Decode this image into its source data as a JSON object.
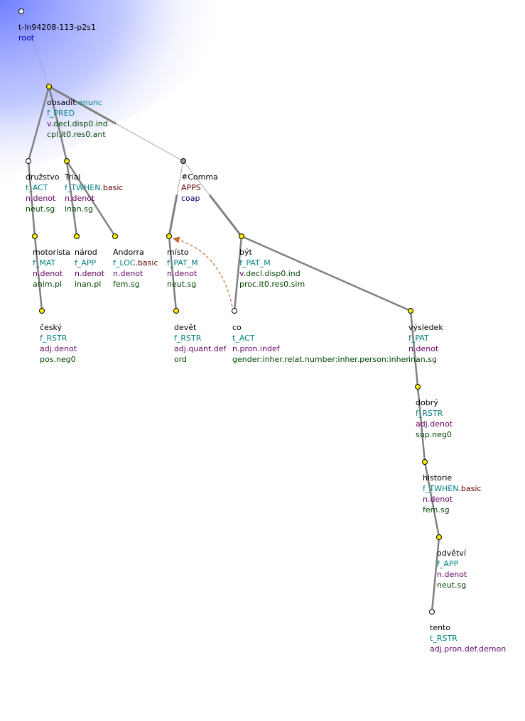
{
  "colors": {
    "lemma": "#000000",
    "functor_t": "#008080",
    "functor_f": "#008080",
    "functor_cat": "#660000",
    "sempos": "#660066",
    "grammatemes": "#004400",
    "root_id": "#000000",
    "root_label": "#0000cc",
    "coap": "#000066",
    "apps": "#660000",
    "node_fill_yellow": "#ffee00",
    "node_fill_white": "#ffffff",
    "node_fill_gray": "#999999",
    "edge": "#808080",
    "coref_arrow": "#cc6633",
    "highlight": "#6666ff"
  },
  "root": {
    "id": "t-ln94208-113-p2s1",
    "label": "root"
  },
  "nodes": [
    {
      "key": "obsadit",
      "lines": [
        {
          "t": "obsadit",
          "c": "lemma",
          "s": ".enunc",
          "sc": "functor_t"
        },
        {
          "t": "f_PRED",
          "c": "functor_f"
        },
        {
          "t": "v",
          "c": "sempos",
          "s": ".decl.disp0.ind",
          "sc": "grammatemes"
        },
        {
          "t": "cpl.it0.res0.ant",
          "c": "grammatemes"
        }
      ]
    },
    {
      "key": "druzstvo",
      "lines": [
        {
          "t": "družstvo",
          "c": "lemma"
        },
        {
          "t": "t_ACT",
          "c": "functor_f"
        },
        {
          "t": "n.denot",
          "c": "sempos"
        },
        {
          "t": "neut.sg",
          "c": "grammatemes"
        }
      ]
    },
    {
      "key": "trial",
      "lines": [
        {
          "t": "Trial",
          "c": "lemma"
        },
        {
          "t": "f_TWHEN",
          "c": "functor_f",
          "s": ".basic",
          "sc": "functor_cat"
        },
        {
          "t": "n.denot",
          "c": "sempos"
        },
        {
          "t": "inan.sg",
          "c": "grammatemes"
        }
      ]
    },
    {
      "key": "comma",
      "lines": [
        {
          "t": "#Comma",
          "c": "lemma"
        },
        {
          "t": "APPS",
          "c": "apps"
        },
        {
          "t": "coap",
          "c": "coap"
        }
      ]
    },
    {
      "key": "motorista",
      "lines": [
        {
          "t": "motorista",
          "c": "lemma"
        },
        {
          "t": "f_MAT",
          "c": "functor_f"
        },
        {
          "t": "n.denot",
          "c": "sempos"
        },
        {
          "t": "anim.pl",
          "c": "grammatemes"
        }
      ]
    },
    {
      "key": "narod",
      "lines": [
        {
          "t": "národ",
          "c": "lemma"
        },
        {
          "t": "f_APP",
          "c": "functor_f"
        },
        {
          "t": "n.denot",
          "c": "sempos"
        },
        {
          "t": "inan.pl",
          "c": "grammatemes"
        }
      ]
    },
    {
      "key": "andorra",
      "lines": [
        {
          "t": "Andorra",
          "c": "lemma"
        },
        {
          "t": "f_LOC",
          "c": "functor_f",
          "s": ".basic",
          "sc": "functor_cat"
        },
        {
          "t": "n.denot",
          "c": "sempos"
        },
        {
          "t": "fem.sg",
          "c": "grammatemes"
        }
      ]
    },
    {
      "key": "misto",
      "lines": [
        {
          "t": "místo",
          "c": "lemma"
        },
        {
          "t": "f_PAT_M",
          "c": "functor_t"
        },
        {
          "t": "n.denot",
          "c": "sempos"
        },
        {
          "t": "neut.sg",
          "c": "grammatemes"
        }
      ]
    },
    {
      "key": "byt",
      "lines": [
        {
          "t": "být",
          "c": "lemma"
        },
        {
          "t": "f_PAT_M",
          "c": "functor_t"
        },
        {
          "t": "v",
          "c": "sempos",
          "s": ".decl.disp0.ind",
          "sc": "grammatemes"
        },
        {
          "t": "proc.it0.res0.sim",
          "c": "grammatemes"
        }
      ]
    },
    {
      "key": "cesky",
      "lines": [
        {
          "t": "český",
          "c": "lemma"
        },
        {
          "t": "f_RSTR",
          "c": "functor_f"
        },
        {
          "t": "adj.denot",
          "c": "sempos"
        },
        {
          "t": "pos.neg0",
          "c": "grammatemes"
        }
      ]
    },
    {
      "key": "devet",
      "lines": [
        {
          "t": "devět",
          "c": "lemma"
        },
        {
          "t": "f_RSTR",
          "c": "functor_f"
        },
        {
          "t": "adj.quant.def",
          "c": "sempos"
        },
        {
          "t": "ord",
          "c": "grammatemes"
        }
      ]
    },
    {
      "key": "co",
      "lines": [
        {
          "t": "co",
          "c": "lemma"
        },
        {
          "t": "t_ACT",
          "c": "functor_f"
        },
        {
          "t": "n.pron.indef",
          "c": "sempos"
        },
        {
          "t": "gender:inher.relat.number:inher.person:inher",
          "c": "grammatemes"
        }
      ]
    },
    {
      "key": "vysledek",
      "lines": [
        {
          "t": "výsledek",
          "c": "lemma"
        },
        {
          "t": "f_PAT",
          "c": "functor_f"
        },
        {
          "t": "n.denot",
          "c": "sempos"
        },
        {
          "t": "inan.sg",
          "c": "grammatemes"
        }
      ]
    },
    {
      "key": "dobry",
      "lines": [
        {
          "t": "dobrý",
          "c": "lemma"
        },
        {
          "t": "f_RSTR",
          "c": "functor_f"
        },
        {
          "t": "adj.denot",
          "c": "sempos"
        },
        {
          "t": "sup.neg0",
          "c": "grammatemes"
        }
      ]
    },
    {
      "key": "historie",
      "lines": [
        {
          "t": "historie",
          "c": "lemma"
        },
        {
          "t": "f_TWHEN",
          "c": "functor_f",
          "s": ".basic",
          "sc": "functor_cat"
        },
        {
          "t": "n.denot",
          "c": "sempos"
        },
        {
          "t": "fem.sg",
          "c": "grammatemes"
        }
      ]
    },
    {
      "key": "odvetvi",
      "lines": [
        {
          "t": "odvětví",
          "c": "lemma"
        },
        {
          "t": "f_APP",
          "c": "functor_f"
        },
        {
          "t": "n.denot",
          "c": "sempos"
        },
        {
          "t": "neut.sg",
          "c": "grammatemes"
        }
      ]
    },
    {
      "key": "tento",
      "lines": [
        {
          "t": "tento",
          "c": "lemma"
        },
        {
          "t": "t_RSTR",
          "c": "functor_f"
        },
        {
          "t": "adj.pron.def.demon",
          "c": "sempos"
        }
      ]
    }
  ]
}
